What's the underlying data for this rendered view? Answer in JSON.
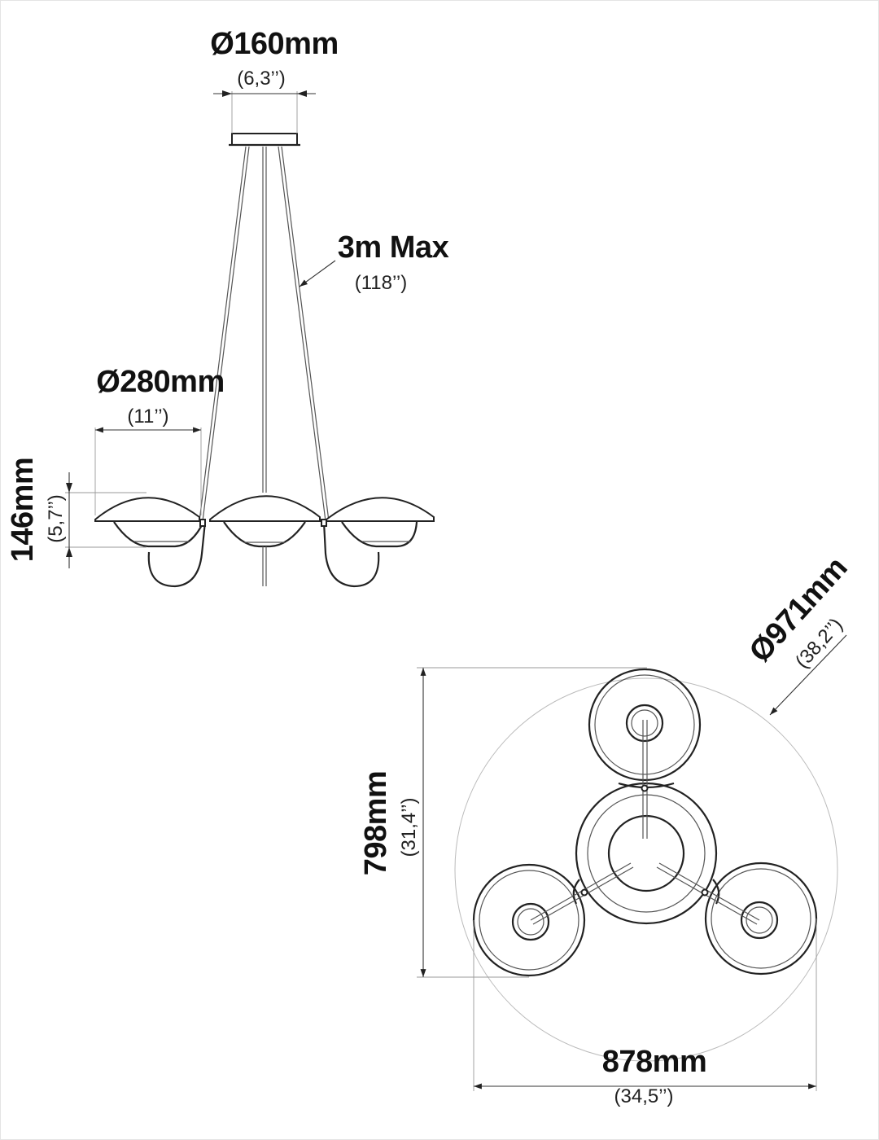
{
  "labels": {
    "canopy_diameter": {
      "metric": "Ø160mm",
      "imperial": "(6,3’’)"
    },
    "cable_length": {
      "metric": "3m Max",
      "imperial": "(118’’)"
    },
    "shade_diameter": {
      "metric": "Ø280mm",
      "imperial": "(11’’)"
    },
    "shade_height": {
      "metric": "146mm",
      "imperial": "(5,7’’)"
    },
    "overall_diameter": {
      "metric": "Ø971mm",
      "imperial": "(38,2’’)"
    },
    "overall_depth": {
      "metric": "798mm",
      "imperial": "(31,4’’)"
    },
    "overall_width": {
      "metric": "878mm",
      "imperial": "(34,5’’)"
    }
  }
}
